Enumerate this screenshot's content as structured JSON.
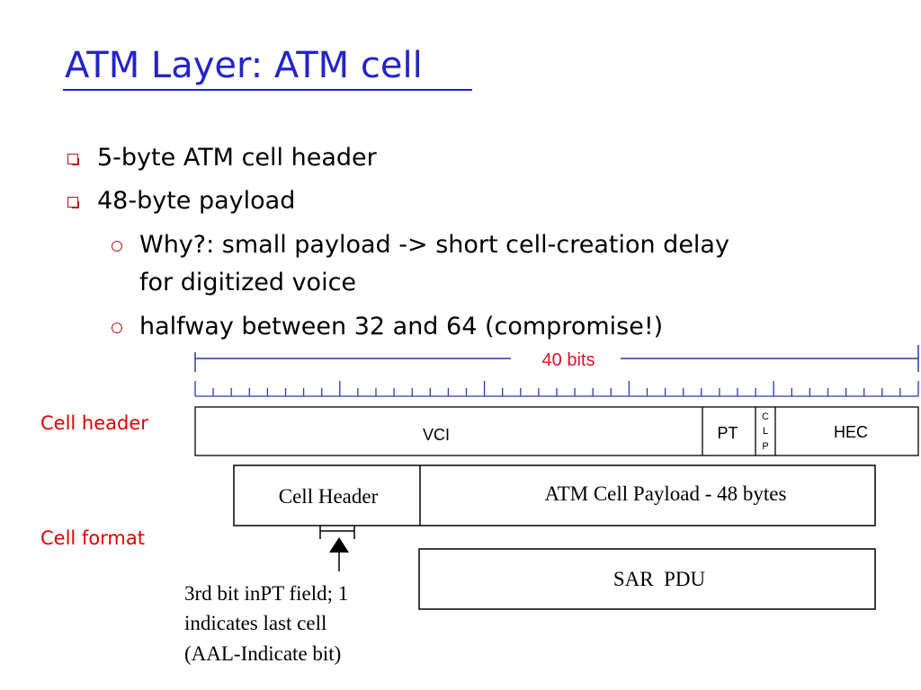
{
  "slide": {
    "title": "ATM Layer: ATM cell",
    "bullets": [
      {
        "text": "5-byte ATM cell header"
      },
      {
        "text": "48-byte payload"
      }
    ],
    "sub_bullets": [
      {
        "line1": "Why?: small payload -> short cell-creation delay",
        "line2": "for digitized voice"
      },
      {
        "line1": "halfway between 32 and 64 (compromise!)"
      }
    ],
    "colors": {
      "title": "#2323cc",
      "bullet_marker": "#b0171f",
      "side_label": "#e00000",
      "bits_label": "#e0102a"
    }
  },
  "diagram": {
    "side_labels": {
      "cell_header": "Cell header",
      "cell_format": "Cell format"
    },
    "bits_label": "40 bits",
    "header_fields": {
      "vci": "VCI",
      "pt": "PT",
      "clp": [
        "C",
        "L",
        "P"
      ],
      "hec": "HEC"
    },
    "cell_format": {
      "header": "Cell Header",
      "payload": "ATM Cell Payload - 48 bytes",
      "sar": "SAR  PDU"
    },
    "annotation": [
      "3rd bit inPT field; 1",
      "indicates last cell",
      "(AAL-Indicate bit)"
    ]
  }
}
